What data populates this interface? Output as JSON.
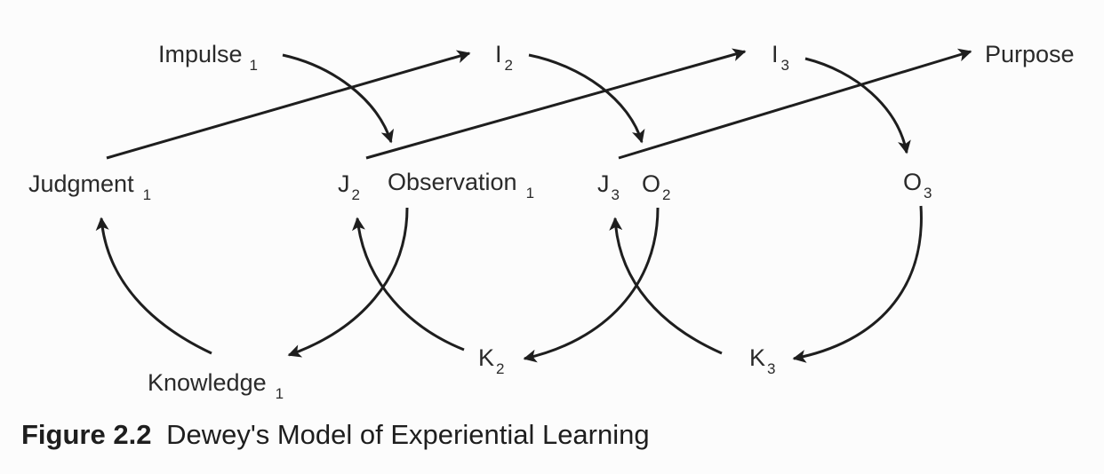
{
  "nodes": {
    "impulse_1": {
      "text": "Impulse",
      "sub": "1"
    },
    "i_2": {
      "text": "I",
      "sub": "2"
    },
    "i_3": {
      "text": "I",
      "sub": "3"
    },
    "purpose": {
      "text": "Purpose",
      "sub": ""
    },
    "judgment_1": {
      "text": "Judgment",
      "sub": "1"
    },
    "j_2": {
      "text": "J",
      "sub": "2"
    },
    "observation_1": {
      "text": "Observation",
      "sub": "1"
    },
    "j_3": {
      "text": "J",
      "sub": "3"
    },
    "o_2": {
      "text": "O",
      "sub": "2"
    },
    "o_3": {
      "text": "O",
      "sub": "3"
    },
    "knowledge_1": {
      "text": "Knowledge",
      "sub": "1"
    },
    "k_2": {
      "text": "K",
      "sub": "2"
    },
    "k_3": {
      "text": "K",
      "sub": "3"
    }
  },
  "edges": [
    {
      "id": "judgment1-to-i2",
      "from": "judgment_1",
      "to": "i_2"
    },
    {
      "id": "j2-to-i3",
      "from": "j_2",
      "to": "i_3"
    },
    {
      "id": "j3-to-purpose",
      "from": "j_3",
      "to": "purpose"
    },
    {
      "id": "impulse1-to-observation1",
      "from": "impulse_1",
      "to": "observation_1"
    },
    {
      "id": "i2-to-o2",
      "from": "i_2",
      "to": "o_2"
    },
    {
      "id": "i3-to-o3",
      "from": "i_3",
      "to": "o_3"
    },
    {
      "id": "observation1-to-knowledge1",
      "from": "observation_1",
      "to": "knowledge_1"
    },
    {
      "id": "o2-to-k2",
      "from": "o_2",
      "to": "k_2"
    },
    {
      "id": "o3-to-k3",
      "from": "o_3",
      "to": "k_3"
    },
    {
      "id": "knowledge1-to-judgment1",
      "from": "knowledge_1",
      "to": "judgment_1"
    },
    {
      "id": "k2-to-j2",
      "from": "k_2",
      "to": "j_2"
    },
    {
      "id": "k3-to-j3",
      "from": "k_3",
      "to": "j_3"
    }
  ],
  "caption": {
    "number": "Figure 2.2",
    "title": "Dewey's Model of Experiential Learning"
  }
}
